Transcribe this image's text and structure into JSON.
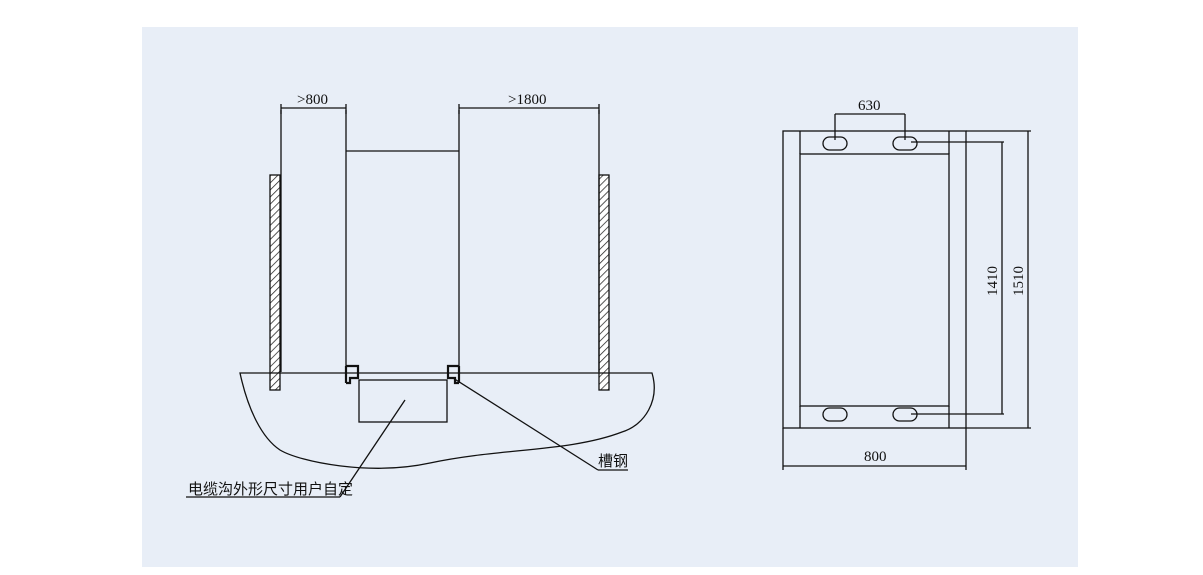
{
  "diagram": {
    "left_view": {
      "dim_left": ">800",
      "dim_right": ">1800",
      "label_trench": "电缆沟外形尺寸用户自定",
      "label_channel_steel": "槽钢"
    },
    "right_view": {
      "dim_hole_spacing": "630",
      "dim_inner_height": "1410",
      "dim_outer_height": "1510",
      "dim_width": "800"
    }
  }
}
